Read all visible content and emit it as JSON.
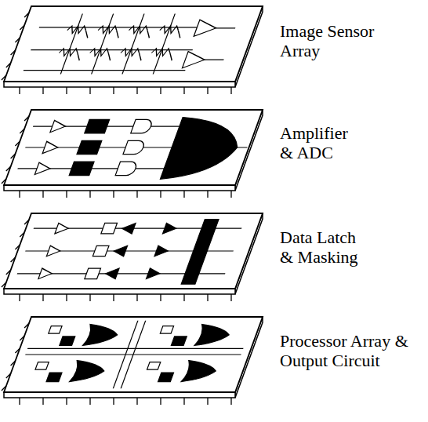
{
  "diagram": {
    "nodes": [
      {
        "text": [
          "Image Sensor Array"
        ]
      },
      {
        "text": [
          "Amplifier & ADC"
        ]
      },
      {
        "text": [
          "Data Latch & Masking"
        ]
      },
      {
        "text": [
          "Processor Array & Output Circuit"
        ]
      }
    ]
  }
}
